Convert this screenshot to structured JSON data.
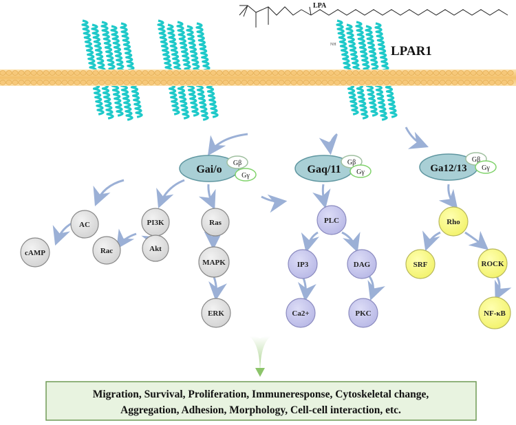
{
  "header": {
    "ligand_label": "LPA",
    "receptor_label": "LPAR1",
    "small_mark": "NH"
  },
  "g_proteins": {
    "gio": {
      "label": "Gai/o",
      "beta": "Gβ",
      "gamma": "Gγ"
    },
    "gq": {
      "label": "Gaq/11",
      "beta": "Gβ",
      "gamma": "Gγ"
    },
    "g1213": {
      "label": "Ga12/13",
      "beta": "Gβ",
      "gamma": "Gγ"
    }
  },
  "effectors": {
    "ac": "AC",
    "camp": "cAMP",
    "pi3k": "PI3K",
    "rac": "Rac",
    "akt": "Akt",
    "ras": "Ras",
    "mapk": "MAPK",
    "erk": "ERK",
    "plc": "PLC",
    "ip3": "IP3",
    "dag": "DAG",
    "ca": "Ca2+",
    "pkc": "PKC",
    "rho": "Rho",
    "srf": "SRF",
    "rock": "ROCK",
    "nfkb": "NF-κB"
  },
  "outcome": {
    "line1": "Migration, Survival, Proliferation, Immuneresponse, Cytoskeletal change,",
    "line2": "Aggregation, Adhesion, Morphology, Cell-cell interaction, etc."
  },
  "colors": {
    "helix": "#1ec9c9",
    "membrane": "#f6c87a",
    "g_alpha_fill": "#a9cfd5",
    "g_beta_stroke": "#9fbf9f",
    "g_gamma_stroke": "#7fd26a",
    "gray_node": "#dedede",
    "purple_node": "#c9c9ee",
    "yellow_node": "#fafa8c",
    "arrow": "#9bb0d6",
    "outcome_fill": "#e8f3e0"
  }
}
